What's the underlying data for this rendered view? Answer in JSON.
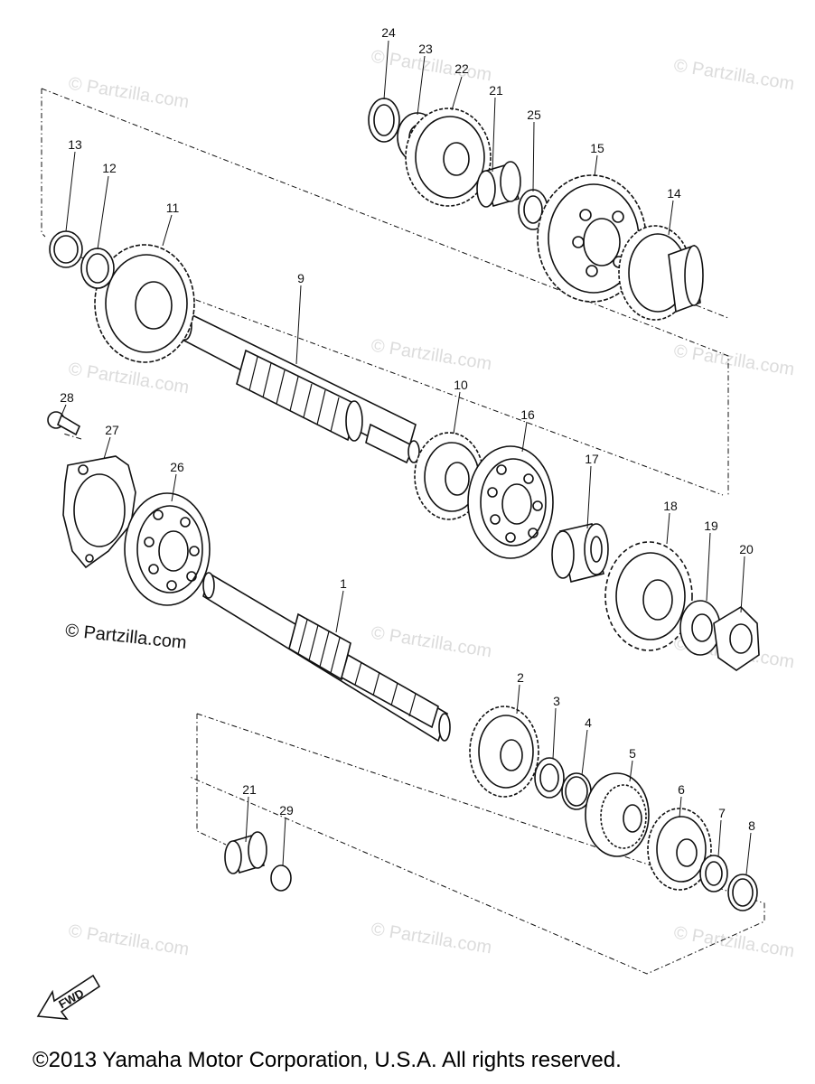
{
  "copyright": "©2013  Yamaha Motor Corporation, U.S.A. All rights reserved.",
  "watermark_main": "© Partzilla.com",
  "watermark_faint": "© Partzilla.com",
  "fwd_label": "FWD",
  "callouts": {
    "c1": "1",
    "c2": "2",
    "c3": "3",
    "c4": "4",
    "c5": "5",
    "c6": "6",
    "c7": "7",
    "c8": "8",
    "c9": "9",
    "c10": "10",
    "c11": "11",
    "c12": "12",
    "c13": "13",
    "c14": "14",
    "c15": "15",
    "c16": "16",
    "c17": "17",
    "c18": "18",
    "c19": "19",
    "c20": "20",
    "c21a": "21",
    "c21b": "21",
    "c22": "22",
    "c23": "23",
    "c24": "24",
    "c25": "25",
    "c26": "26",
    "c27": "27",
    "c28": "28",
    "c29": "29"
  },
  "colors": {
    "line": "#111111",
    "watermark": "#dcdcdc"
  }
}
